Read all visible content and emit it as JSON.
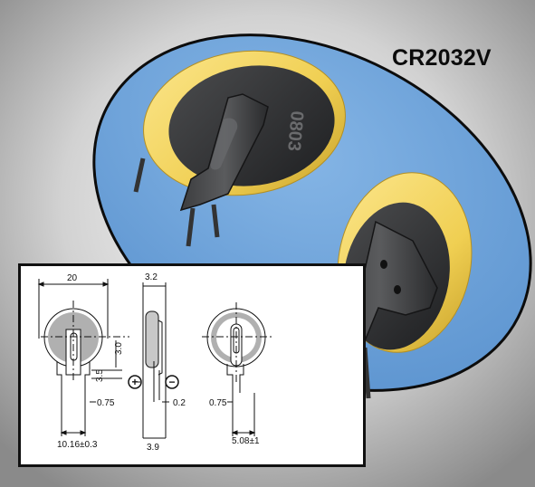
{
  "product": {
    "title": "CR2032V",
    "battery_print": "0803"
  },
  "drawing": {
    "dims": {
      "width": "20",
      "thickness": "3.2",
      "pin_offset_a": "3.0",
      "pin_offset_b": "3.5",
      "pin_width_left": "0.75",
      "pin_gap": "0.2",
      "pin_spacing": "10.16±0.3",
      "overall_depth": "3.9",
      "pin_width_right": "0.75",
      "pin_spacing_right": "5.08±1"
    },
    "polarity": {
      "positive": "+",
      "negative": "−"
    }
  },
  "colors": {
    "background_light": "#f4f4f4",
    "background_dark": "#8c8c8c",
    "surface_blue": "#6ea2d9",
    "battery_gold": "#f2d25a",
    "battery_face": "#2e2f31"
  }
}
